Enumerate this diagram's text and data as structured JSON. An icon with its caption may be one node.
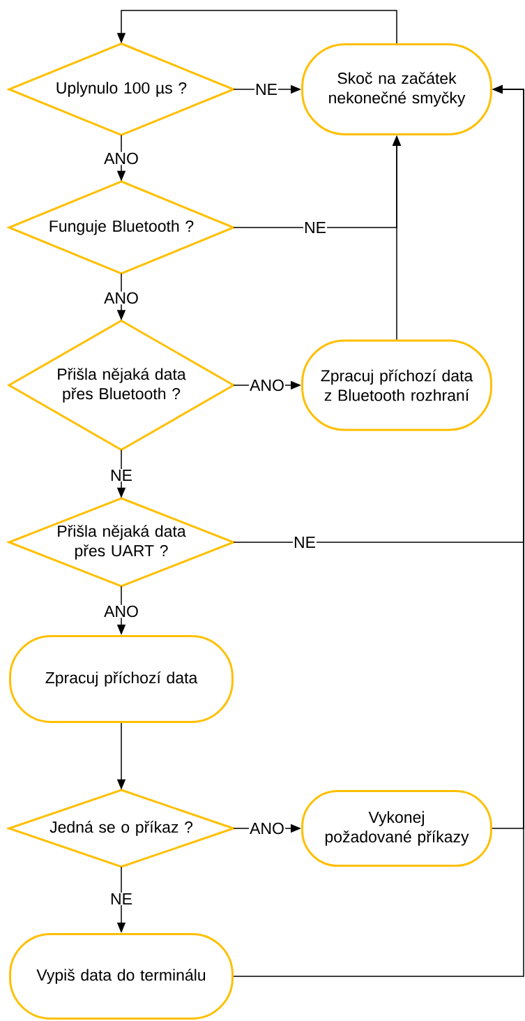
{
  "diagram": {
    "nodes": [
      {
        "text": [
          "Uplynulo 100 µs ?"
        ]
      },
      {
        "text": [
          "Skoč na začátek nekonečné smyčky"
        ]
      },
      {
        "text": [
          "Funguje Bluetooth ?"
        ]
      },
      {
        "text": [
          "Přišla nějaká data přes Bluetooth ?"
        ]
      },
      {
        "text": [
          "Zpracuj příchozí data z Bluetooth rozhraní"
        ]
      },
      {
        "text": [
          "Přišla nějaká data přes UART ?"
        ]
      },
      {
        "text": [
          "Zpracuj příchozí data"
        ]
      },
      {
        "text": [
          "Jedná se o příkaz ?"
        ]
      },
      {
        "text": [
          "Vykonej požadované příkazy"
        ]
      },
      {
        "text": [
          "Vypiš data do terminálu"
        ]
      }
    ],
    "edges": [
      {
        "from": 1,
        "to": 0,
        "arrow": "to"
      },
      {
        "from": 0,
        "to": 1,
        "arrow": "to",
        "label": "NE"
      },
      {
        "from": 0,
        "to": 2,
        "arrow": "to",
        "label": "ANO"
      },
      {
        "from": 2,
        "to": 1,
        "arrow": "to",
        "label": "NE"
      },
      {
        "from": 2,
        "to": 3,
        "arrow": "to",
        "label": "ANO"
      },
      {
        "from": 3,
        "to": 4,
        "arrow": "to",
        "label": "ANO"
      },
      {
        "from": 4,
        "to": 1,
        "arrow": "to"
      },
      {
        "from": 3,
        "to": 5,
        "arrow": "to",
        "label": "NE"
      },
      {
        "from": 5,
        "to": 1,
        "arrow": "to",
        "label": "NE"
      },
      {
        "from": 5,
        "to": 6,
        "arrow": "to",
        "label": "ANO"
      },
      {
        "from": 6,
        "to": 7,
        "arrow": "to"
      },
      {
        "from": 7,
        "to": 8,
        "arrow": "to",
        "label": "ANO"
      },
      {
        "from": 7,
        "to": 9,
        "arrow": "to",
        "label": "NE"
      },
      {
        "from": 8,
        "to": 1,
        "arrow": "to"
      },
      {
        "from": 9,
        "to": 1,
        "arrow": "to"
      }
    ]
  }
}
